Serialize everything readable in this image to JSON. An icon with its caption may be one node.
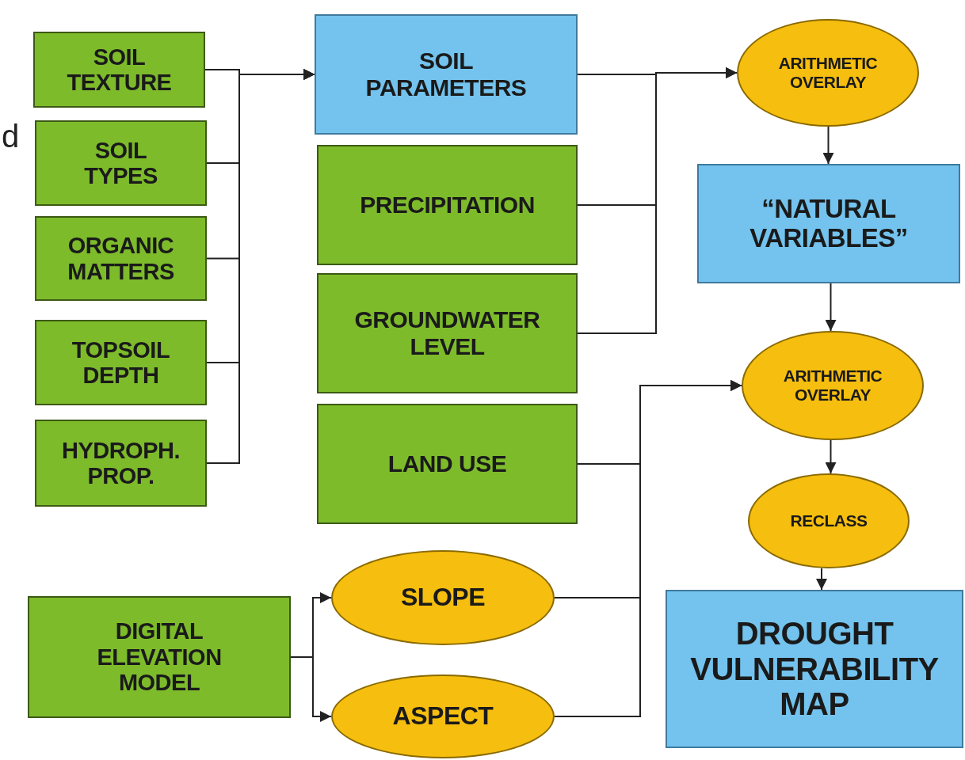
{
  "diagram": {
    "nodes": [
      {
        "text": [
          "SOIL TEXTURE"
        ]
      },
      {
        "text": [
          "SOIL TYPES"
        ]
      },
      {
        "text": [
          "ORGANIC MATTERS"
        ]
      },
      {
        "text": [
          "TOPSOIL DEPTH"
        ]
      },
      {
        "text": [
          "HYDROPH. PROP."
        ]
      },
      {
        "text": [
          "SOIL PARAMETERS"
        ]
      },
      {
        "text": [
          "PRECIPITATION"
        ]
      },
      {
        "text": [
          "GROUNDWATER LEVEL"
        ]
      },
      {
        "text": [
          "LAND USE"
        ]
      },
      {
        "text": [
          "ARITHMETIC OVERLAY"
        ]
      },
      {
        "text": [
          "“NATURAL VARIABLES”"
        ]
      },
      {
        "text": [
          "ARITHMETIC OVERLAY"
        ]
      },
      {
        "text": [
          "RECLASS"
        ]
      },
      {
        "text": [
          "DROUGHT VULNERABILITY MAP"
        ]
      },
      {
        "text": [
          "DIGITAL ELEVATION MODEL"
        ]
      },
      {
        "text": [
          "SLOPE"
        ]
      },
      {
        "text": [
          "ASPECT"
        ]
      }
    ],
    "edges": [
      {
        "from": 0,
        "to": 5,
        "arrow": "to"
      },
      {
        "from": 1,
        "to": 5,
        "arrow": "to"
      },
      {
        "from": 2,
        "to": 5,
        "arrow": "to"
      },
      {
        "from": 3,
        "to": 5,
        "arrow": "to"
      },
      {
        "from": 4,
        "to": 5,
        "arrow": "to"
      },
      {
        "from": 5,
        "to": 9,
        "arrow": "to"
      },
      {
        "from": 6,
        "to": 9,
        "arrow": "to"
      },
      {
        "from": 7,
        "to": 9,
        "arrow": "to"
      },
      {
        "from": 9,
        "to": 10,
        "arrow": "to"
      },
      {
        "from": 10,
        "to": 11,
        "arrow": "to"
      },
      {
        "from": 8,
        "to": 11,
        "arrow": "to"
      },
      {
        "from": 15,
        "to": 11,
        "arrow": "to"
      },
      {
        "from": 16,
        "to": 11,
        "arrow": "to"
      },
      {
        "from": 11,
        "to": 12,
        "arrow": "to"
      },
      {
        "from": 12,
        "to": 13,
        "arrow": "to"
      },
      {
        "from": 14,
        "to": 15,
        "arrow": "to"
      },
      {
        "from": 14,
        "to": 16,
        "arrow": "to"
      }
    ],
    "labels": [
      "d"
    ]
  }
}
